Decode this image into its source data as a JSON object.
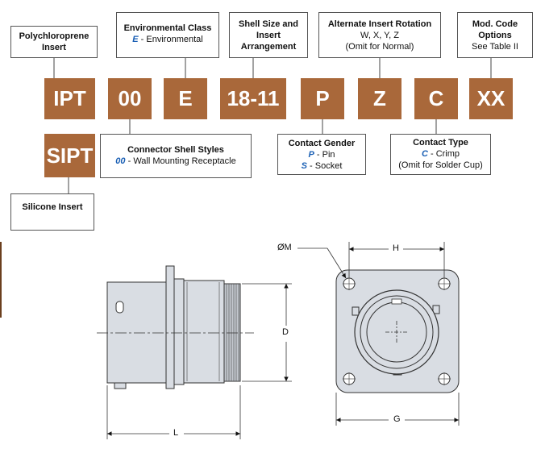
{
  "codes": {
    "ipt": "IPT",
    "shell_style": "00",
    "env": "E",
    "size": "18-11",
    "gender": "P",
    "rotation": "Z",
    "contact": "C",
    "mod": "XX",
    "sipt": "SIPT"
  },
  "labels": {
    "polychloroprene": {
      "title": "Polychloroprene Insert"
    },
    "environmental": {
      "title": "Environmental Class",
      "code": "E",
      "text": " - Environmental"
    },
    "shell_size": {
      "title": "Shell Size and Insert Arrangement"
    },
    "rotation": {
      "title": "Alternate Insert Rotation",
      "line1": "W, X, Y, Z",
      "line2": "(Omit for Normal)"
    },
    "mod_code": {
      "title": "Mod. Code Options",
      "line1": "See Table II"
    },
    "shell_styles": {
      "title": "Connector Shell Styles",
      "code": "00",
      "text": " - Wall Mounting Receptacle"
    },
    "gender": {
      "title": "Contact Gender",
      "code1": "P",
      "text1": " - Pin",
      "code2": "S",
      "text2": " - Socket"
    },
    "contact_type": {
      "title": "Contact Type",
      "code": "C",
      "text": " - Crimp",
      "line2": "(Omit for Solder Cup)"
    },
    "silicone": {
      "title": "Silicone Insert"
    }
  },
  "dimensions": {
    "m": "ØM",
    "h": "H",
    "d": "D",
    "l": "L",
    "g": "G"
  },
  "colors": {
    "code_box": "#a9683a",
    "emphasis": "#1a5fb4",
    "part_fill": "#d9dde3"
  }
}
